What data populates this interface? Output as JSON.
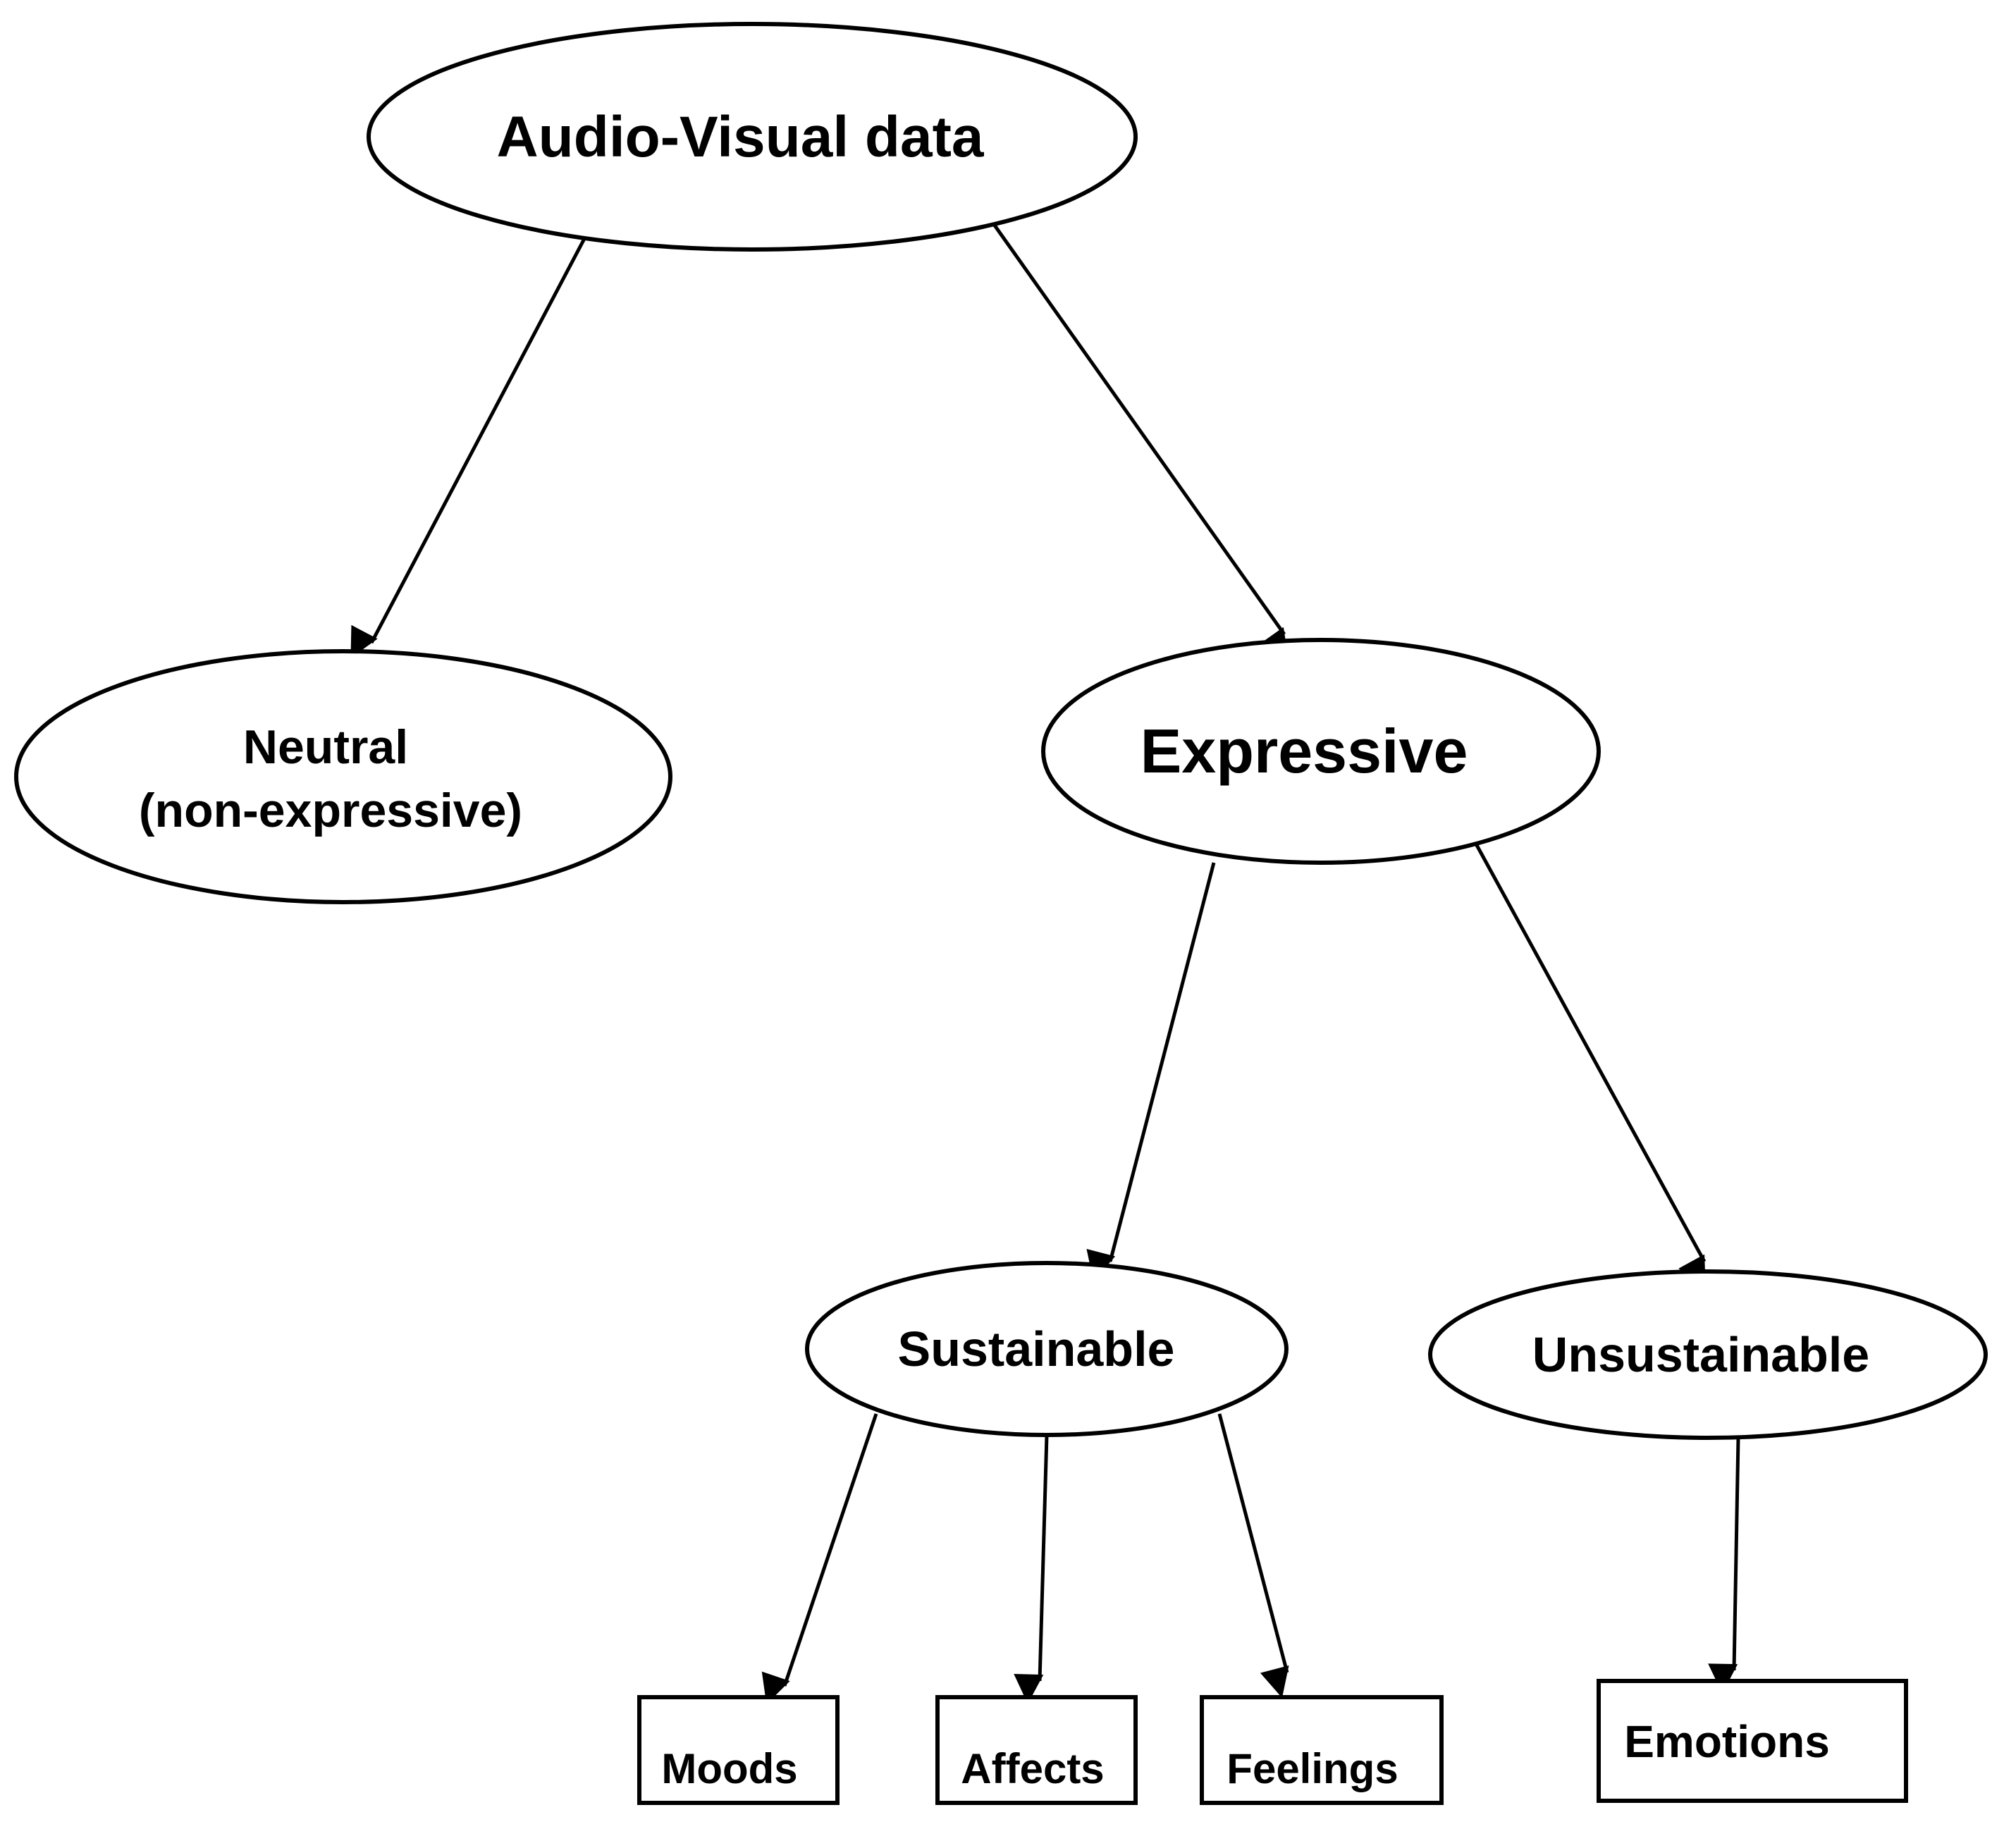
{
  "diagram": {
    "nodes": {
      "root": {
        "label": "Audio-Visual data"
      },
      "neutral": {
        "line1": "Neutral",
        "line2": "(non-expressive)"
      },
      "expressive": {
        "label": "Expressive"
      },
      "sustainable": {
        "label": "Sustainable"
      },
      "unsustainable": {
        "label": "Unsustainable"
      },
      "moods": {
        "label": "Moods"
      },
      "affects": {
        "label": "Affects"
      },
      "feelings": {
        "label": "Feelings"
      },
      "emotions": {
        "label": "Emotions"
      }
    },
    "edges": [
      {
        "from": "Audio-Visual data",
        "to": "Neutral (non-expressive)"
      },
      {
        "from": "Audio-Visual data",
        "to": "Expressive"
      },
      {
        "from": "Expressive",
        "to": "Sustainable"
      },
      {
        "from": "Expressive",
        "to": "Unsustainable"
      },
      {
        "from": "Sustainable",
        "to": "Moods"
      },
      {
        "from": "Sustainable",
        "to": "Affects"
      },
      {
        "from": "Sustainable",
        "to": "Feelings"
      },
      {
        "from": "Unsustainable",
        "to": "Emotions"
      }
    ],
    "colors": {
      "stroke": "#000000",
      "fill": "#ffffff",
      "text": "#000000"
    }
  }
}
